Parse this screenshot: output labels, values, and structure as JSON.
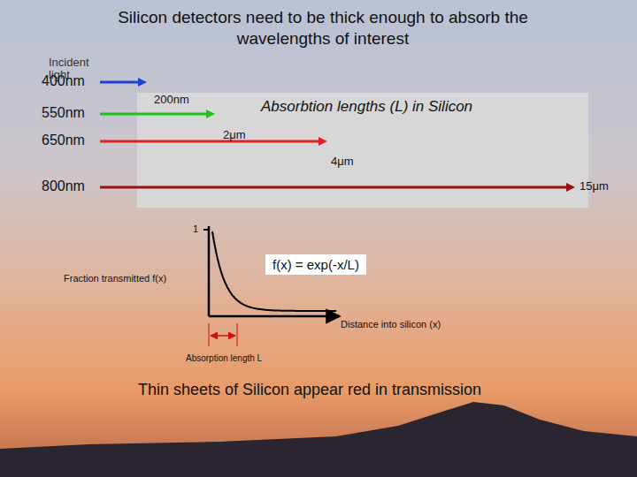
{
  "diagram": {
    "title": "Silicon detectors need to be thick enough to absorb the wavelengths of interest",
    "caption": "Thin sheets of Silicon appear red in transmission",
    "nodes": [
      {
        "text": [
          "Absorbtion lengths (L) in Silicon"
        ]
      },
      {
        "text": [
          "f(x) = exp(-x/L)"
        ]
      }
    ],
    "labels": [
      "Incident light",
      "400nm",
      "550nm",
      "650nm",
      "800nm",
      "200nm",
      "2μm",
      "4μm",
      "15μm",
      "1",
      "Fraction transmitted f(x)",
      "Distance into silicon (x)",
      "Absorption length L"
    ]
  }
}
